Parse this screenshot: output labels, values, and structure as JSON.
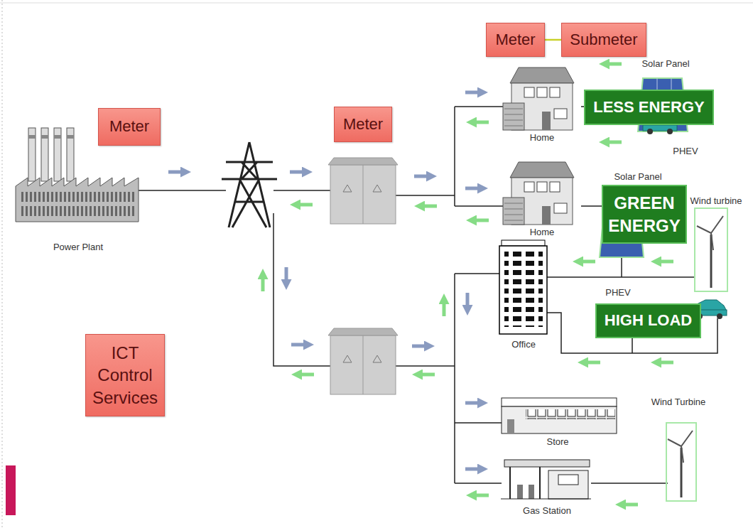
{
  "diagram": {
    "nodes": [
      {
        "text": [
          "Meter"
        ]
      },
      {
        "text": [
          "Submeter"
        ]
      },
      {
        "text": [
          "Meter"
        ]
      },
      {
        "text": [
          "Meter"
        ]
      },
      {
        "text": [
          "LESS ENERGY"
        ]
      },
      {
        "text": [
          "GREEN ENERGY"
        ]
      },
      {
        "text": [
          "HIGH LOAD"
        ]
      },
      {
        "text": [
          "ICT Control Services"
        ]
      }
    ],
    "edges": [
      {
        "from": 0,
        "to": 1,
        "arrow": "none"
      }
    ],
    "labels": [
      "Power Plant",
      "Solar Panel",
      "Home",
      "PHEV",
      "Solar Panel",
      "Wind turbine",
      "Home",
      "Office",
      "PHEV",
      "Store",
      "Wind Turbine",
      "Gas Station"
    ]
  }
}
